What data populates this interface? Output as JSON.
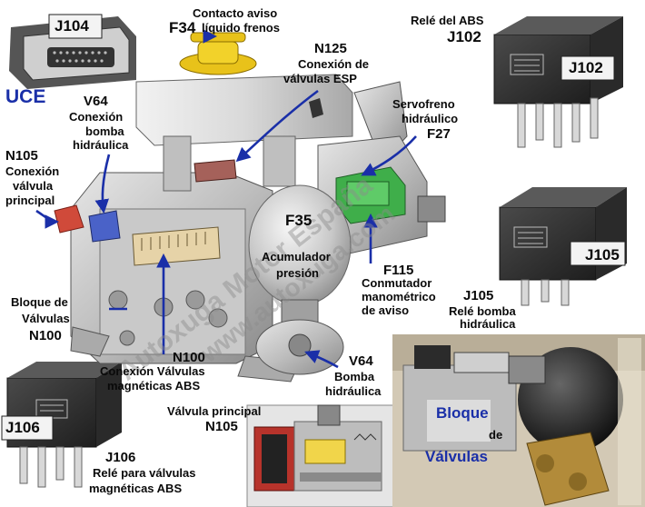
{
  "labels": {
    "j104_tag": "J104",
    "f34_code": "F34",
    "f34_line1": "Contacto aviso",
    "f34_line2": "líquido frenos",
    "j102_title": "Relé del ABS",
    "j102_code": "J102",
    "j102_tag": "J102",
    "uce": "UCE",
    "v64_top_code": "V64",
    "v64_top_line1": "Conexión",
    "v64_top_line2": "bomba",
    "v64_top_line3": "hidráulica",
    "n125_code": "N125",
    "n125_line1": "Conexión de",
    "n125_line2": "válvulas ESP",
    "f27_line1": "Servofreno",
    "f27_line2": "hidráulico",
    "f27_code": "F27",
    "n105_code": "N105",
    "n105_line1": "Conexión",
    "n105_line2": "válvula",
    "n105_line3": "principal",
    "f35_code": "F35",
    "f35_line1": "Acumulador",
    "f35_line2": "presión",
    "j105_tag": "J105",
    "f115_code": "F115",
    "f115_line1": "Conmutador",
    "f115_line2": "manométrico",
    "f115_line3": "de aviso",
    "j105_code": "J105",
    "j105_line1": "Relé bomba",
    "j105_line2": "hidráulica",
    "n100_left_line1": "Bloque de",
    "n100_left_line2": "Válvulas",
    "n100_left_code": "N100",
    "n100_bot_code": "N100",
    "n100_bot_line1": "Conexión Válvulas",
    "n100_bot_line2": "magnéticas ABS",
    "v64_bot_code": "V64",
    "v64_bot_line1": "Bomba",
    "v64_bot_line2": "hidráulica",
    "n105_bot_line1": "Válvula principal",
    "n105_bot_code": "N105",
    "j106_tag": "J106",
    "j106_code": "J106",
    "j106_line1": "Relé para válvulas",
    "j106_line2": "magnéticas ABS",
    "photo_line1": "Bloque",
    "photo_line2": "de",
    "photo_line3": "Válvulas"
  },
  "watermark": {
    "line1": "Autoxuga Motor España",
    "line2": "www.autoxuga.com"
  },
  "colors": {
    "label_blue": "#1a2fa8",
    "arrow_blue": "#1a2fa8",
    "valve_green": "#3fae4a",
    "reservoir_cap": "#e8c21a",
    "connector_red": "#d04a3a",
    "connector_blue": "#4a62c8",
    "relay_body": "#2b2b2b"
  },
  "icons": [
    "relay-icon",
    "ecu-connector-icon",
    "hydraulic-unit-icon",
    "valve-cross-section-icon",
    "photo-block-icon"
  ]
}
